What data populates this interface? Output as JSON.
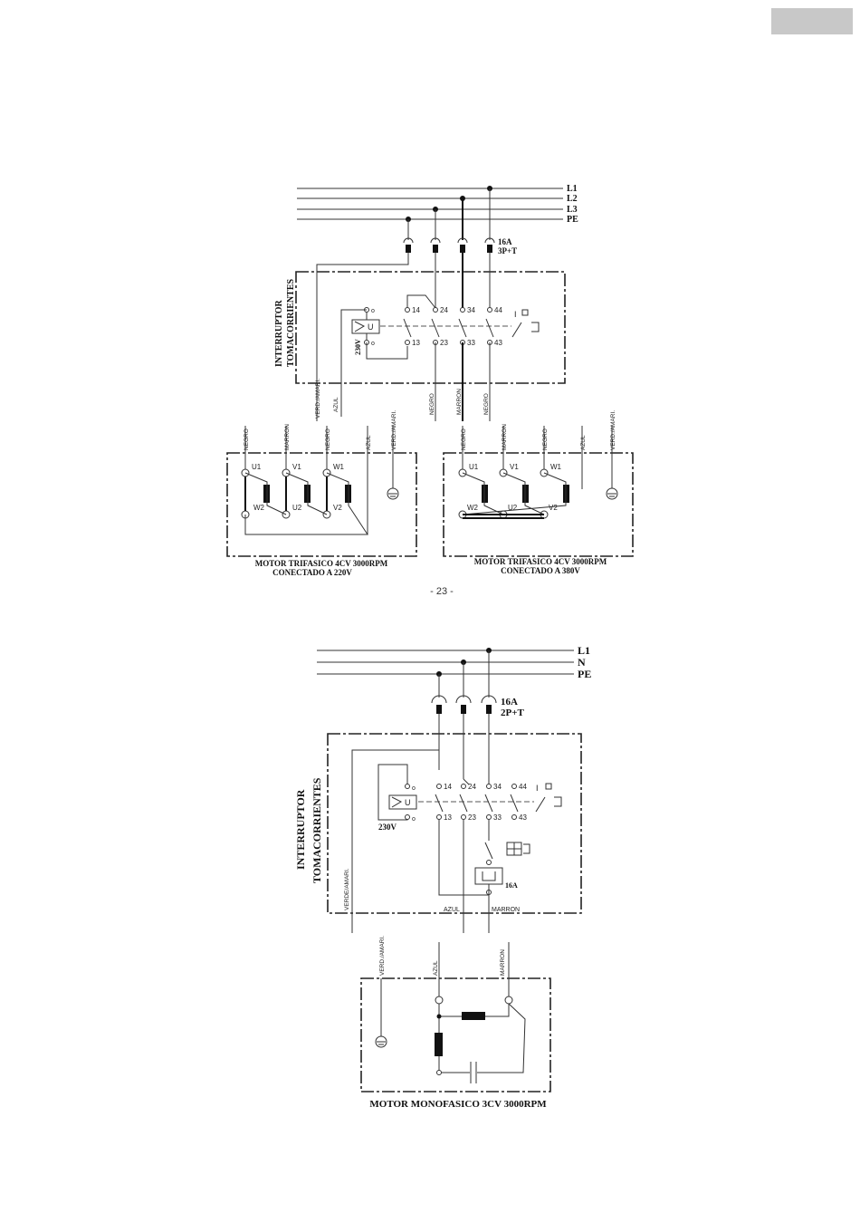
{
  "page_number": "- 23 -",
  "diagram1": {
    "lines": [
      "L1",
      "L2",
      "L3",
      "PE"
    ],
    "socket": [
      "16A",
      "3P+T"
    ],
    "switch_labels": [
      "INTERRUPTOR",
      "TOMACORRIENTES"
    ],
    "coil_voltage": "230V",
    "coil_label": "U",
    "contacts_top": [
      "14",
      "24",
      "34",
      "44"
    ],
    "contacts_bottom": [
      "13",
      "23",
      "33",
      "43"
    ],
    "coil_top": "o",
    "coil_bottom": "o",
    "switch_symbol": "I",
    "wire_labels": [
      "VERD./AMARI.",
      "AZUL",
      "NEGRO",
      "MARRON",
      "NEGRO"
    ],
    "motor_220": {
      "wire_labels": [
        "NEGRO",
        "MARRON",
        "NEGRO",
        "AZUL",
        "VERD./AMARI."
      ],
      "terminals_top": [
        "U1",
        "V1",
        "W1"
      ],
      "terminals_bottom": [
        "W2",
        "U2",
        "V2"
      ],
      "caption": [
        "MOTOR TRIFASICO 4CV 3000RPM",
        "CONECTADO A 220V"
      ]
    },
    "motor_380": {
      "wire_labels": [
        "NEGRO",
        "MARRON",
        "NEGRO",
        "AZUL",
        "VERD./AMARI."
      ],
      "terminals_top": [
        "U1",
        "V1",
        "W1"
      ],
      "terminals_bottom": [
        "W2",
        "U2",
        "V2"
      ],
      "caption": [
        "MOTOR TRIFASICO 4CV 3000RPM",
        "CONECTADO A 380V"
      ]
    }
  },
  "diagram2": {
    "lines": [
      "L1",
      "N",
      "PE"
    ],
    "socket": [
      "16A",
      "2P+T"
    ],
    "switch_labels": [
      "INTERRUPTOR",
      "TOMACORRIENTES"
    ],
    "coil_voltage": "230V",
    "coil_label": "U",
    "contacts_top": [
      "14",
      "24",
      "34",
      "44"
    ],
    "contacts_bottom": [
      "13",
      "23",
      "33",
      "43"
    ],
    "coil_top": "o",
    "coil_bottom": "o",
    "switch_symbol": "I",
    "thermal_rating": "16A",
    "wire_labels_inside": [
      "VERDE/AMARI.",
      "AZUL",
      "MARRON"
    ],
    "motor_wire_labels": [
      "VERD./AMARI.",
      "AZUL",
      "MARRON"
    ],
    "caption": "MOTOR MONOFASICO 3CV 3000RPM"
  }
}
